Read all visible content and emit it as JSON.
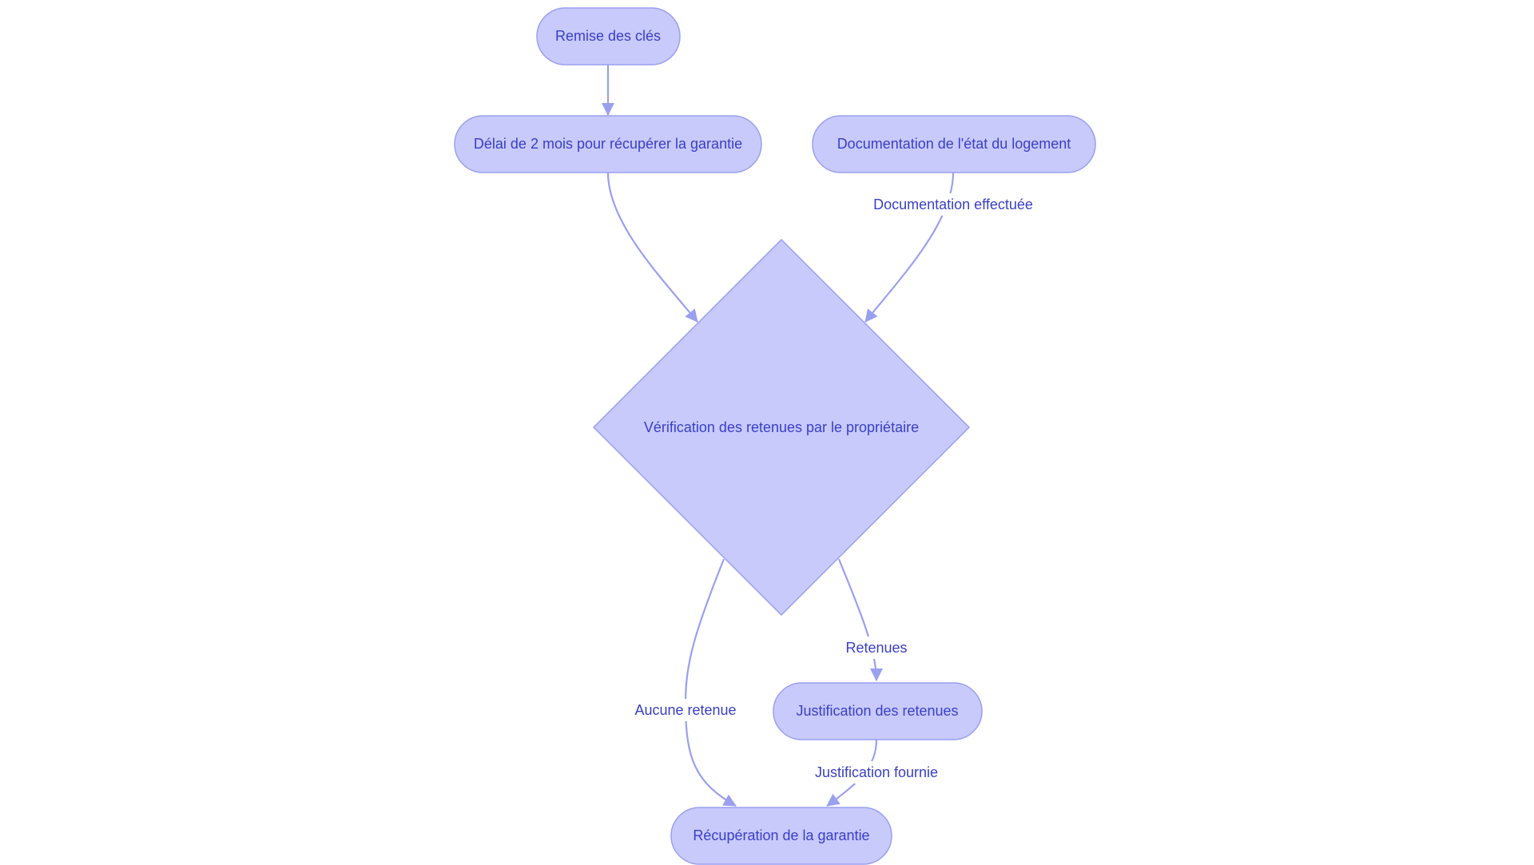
{
  "diagram": {
    "colors": {
      "node_fill": "#c8cafc",
      "node_stroke": "#9b9ff0",
      "edge": "#9b9ff0",
      "text": "#3a3fc6"
    },
    "nodes": {
      "remise": {
        "label": "Remise des clés",
        "shape": "rounded"
      },
      "delai": {
        "label": "Délai de 2 mois pour récupérer la garantie",
        "shape": "rounded"
      },
      "documentation": {
        "label": "Documentation de l'état du logement",
        "shape": "rounded"
      },
      "verification": {
        "label": "Vérification des retenues par le propriétaire",
        "shape": "diamond"
      },
      "justification": {
        "label": "Justification des retenues",
        "shape": "rounded"
      },
      "recuperation": {
        "label": "Récupération de la garantie",
        "shape": "rounded"
      }
    },
    "edges": {
      "remise_delai": {
        "from": "remise",
        "to": "delai",
        "label": ""
      },
      "delai_verification": {
        "from": "delai",
        "to": "verification",
        "label": ""
      },
      "documentation_verification": {
        "from": "documentation",
        "to": "verification",
        "label": "Documentation effectuée"
      },
      "verification_justification": {
        "from": "verification",
        "to": "justification",
        "label": "Retenues"
      },
      "verification_recuperation": {
        "from": "verification",
        "to": "recuperation",
        "label": "Aucune retenue"
      },
      "justification_recuperation": {
        "from": "justification",
        "to": "recuperation",
        "label": "Justification fournie"
      }
    }
  }
}
